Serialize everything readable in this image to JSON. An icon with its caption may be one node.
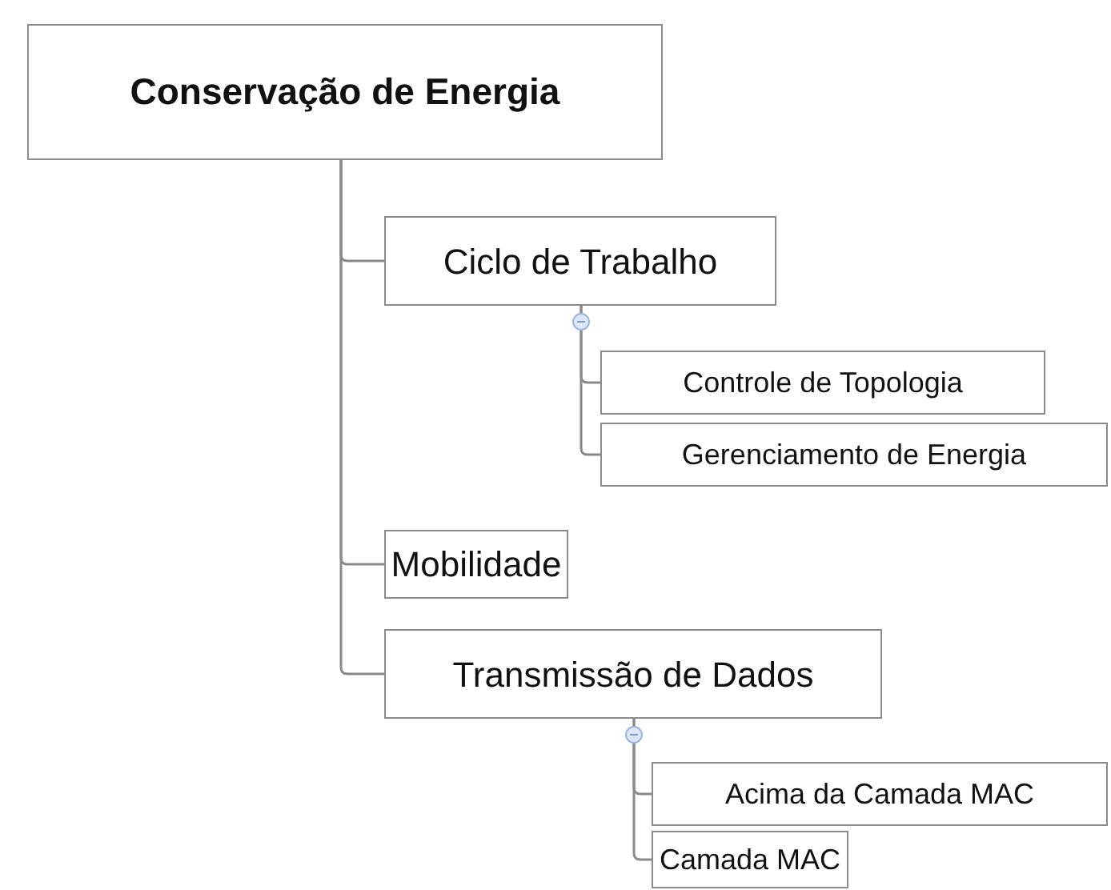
{
  "diagram": {
    "nodes": [
      {
        "text": [
          "Conservação de Energia"
        ]
      },
      {
        "text": [
          "Ciclo de Trabalho"
        ]
      },
      {
        "text": [
          "Controle de Topologia"
        ]
      },
      {
        "text": [
          "Gerenciamento de Energia"
        ]
      },
      {
        "text": [
          "Mobilidade"
        ]
      },
      {
        "text": [
          "Transmissão de Dados"
        ]
      },
      {
        "text": [
          "Acima da Camada MAC"
        ]
      },
      {
        "text": [
          "Camada MAC"
        ]
      }
    ],
    "edges": [
      {
        "from": 0,
        "to": 1,
        "arrow": "none"
      },
      {
        "from": 1,
        "to": 2,
        "arrow": "none"
      },
      {
        "from": 1,
        "to": 3,
        "arrow": "none"
      },
      {
        "from": 0,
        "to": 4,
        "arrow": "none"
      },
      {
        "from": 0,
        "to": 5,
        "arrow": "none"
      },
      {
        "from": 5,
        "to": 6,
        "arrow": "none"
      },
      {
        "from": 5,
        "to": 7,
        "arrow": "none"
      }
    ]
  }
}
